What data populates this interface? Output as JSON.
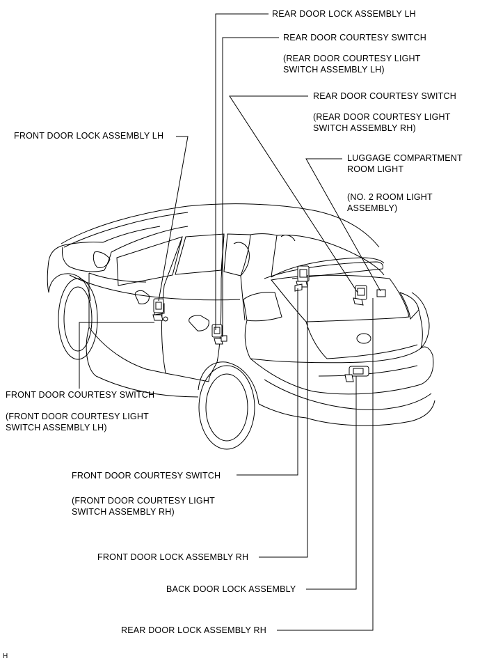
{
  "labels": {
    "rear_door_lock_lh": "REAR DOOR LOCK ASSEMBLY LH",
    "rear_door_courtesy_lh": "REAR DOOR COURTESY SWITCH",
    "rear_door_courtesy_lh_sub1": "(REAR DOOR COURTESY LIGHT",
    "rear_door_courtesy_lh_sub2": "SWITCH ASSEMBLY LH)",
    "rear_door_courtesy_rh": "REAR DOOR COURTESY SWITCH",
    "rear_door_courtesy_rh_sub1": "(REAR DOOR COURTESY LIGHT",
    "rear_door_courtesy_rh_sub2": "SWITCH ASSEMBLY RH)",
    "front_door_lock_lh": "FRONT DOOR LOCK  ASSEMBLY LH",
    "luggage_light_1": "LUGGAGE COMPARTMENT",
    "luggage_light_2": "ROOM LIGHT",
    "luggage_light_sub1": "(NO. 2 ROOM LIGHT",
    "luggage_light_sub2": "ASSEMBLY)",
    "front_door_courtesy_lh": "FRONT DOOR COURTESY SWITCH",
    "front_door_courtesy_lh_sub1": "(FRONT DOOR COURTESY LIGHT",
    "front_door_courtesy_lh_sub2": "SWITCH ASSEMBLY LH)",
    "front_door_courtesy_rh": "FRONT DOOR COURTESY SWITCH",
    "front_door_courtesy_rh_sub1": "(FRONT DOOR COURTESY LIGHT",
    "front_door_courtesy_rh_sub2": "SWITCH ASSEMBLY RH)",
    "front_door_lock_rh": "FRONT DOOR LOCK ASSEMBLY RH",
    "back_door_lock": "BACK DOOR LOCK ASSEMBLY",
    "rear_door_lock_rh": "REAR DOOR LOCK ASSEMBLY RH"
  },
  "figure_code": "H"
}
